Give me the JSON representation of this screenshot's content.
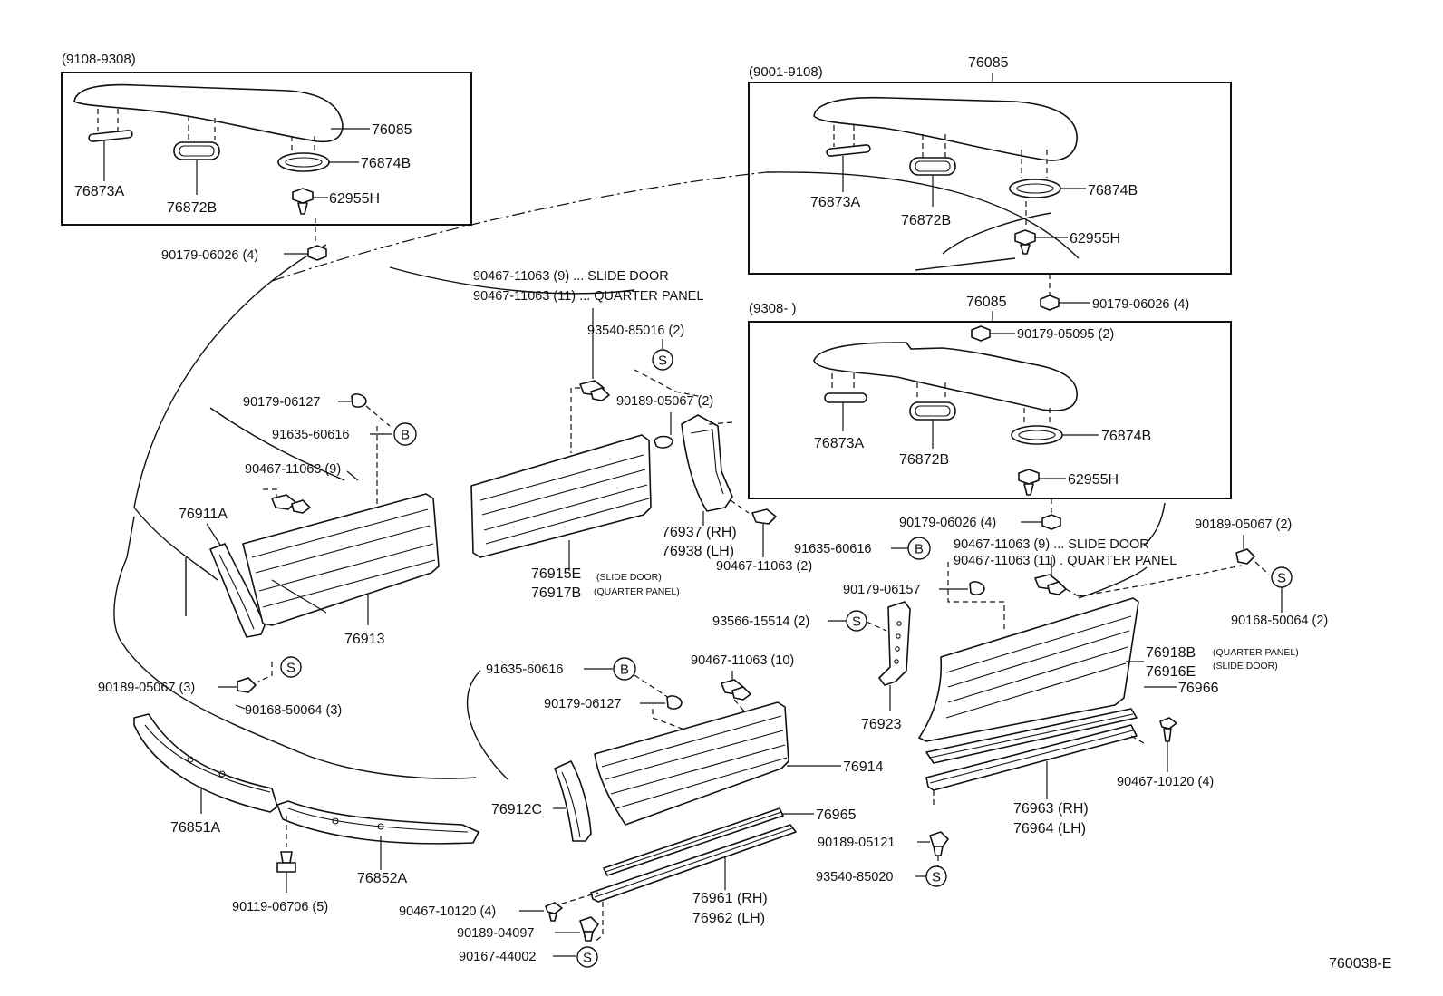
{
  "diagram": {
    "drawing_code": "760038-E",
    "insets": [
      {
        "year_range": "(9108-9308)",
        "parts": [
          "76085",
          "76874B",
          "76873A",
          "76872B",
          "62955H"
        ]
      },
      {
        "year_range": "(9001-9108)",
        "title_part": "76085",
        "parts": [
          "76873A",
          "76874B",
          "76872B",
          "62955H"
        ]
      },
      {
        "year_range": "(9308-      )",
        "title_part": "76085",
        "parts": [
          "90179-05095 (2)",
          "76873A",
          "76874B",
          "76872B",
          "62955H"
        ]
      }
    ],
    "labels": {
      "l_90179_06026_a": "90179-06026 (4)",
      "l_90179_06026_b": "90179-06026 (4)",
      "l_90179_06026_c": "90179-06026 (4)",
      "l_90467_11063_9_sd": "90467-11063 (9)  ... SLIDE DOOR",
      "l_90467_11063_11_qp": "90467-11063 (11) ... QUARTER PANEL",
      "l_93540_85016": "93540-85016 (2)",
      "l_90179_06127_a": "90179-06127",
      "l_91635_60616_a": "91635-60616",
      "l_90467_11063_9": "90467-11063 (9)",
      "l_76911A": "76911A",
      "l_76913": "76913",
      "l_90189_05067_2a": "90189-05067 (2)",
      "l_76937": "76937 (RH)",
      "l_76938": "76938 (LH)",
      "l_90467_11063_2": "90467-11063 (2)",
      "l_76915E": "76915E",
      "l_76915E_note": "(SLIDE DOOR)",
      "l_76917B": "76917B",
      "l_76917B_note": "(QUARTER PANEL)",
      "l_91635_60616_b": "91635-60616",
      "l_90179_06157": "90179-06157",
      "l_93566_15514": "93566-15514 (2)",
      "l_90467_11063_9_sd_b": "90467-11063 (9) ... SLIDE DOOR",
      "l_90467_11063_11_qp_b": "90467-11063 (11) . QUARTER PANEL",
      "l_90189_05067_2b": "90189-05067 (2)",
      "l_90168_50064_2": "90168-50064 (2)",
      "l_76918B": "76918B",
      "l_76918B_note": "(QUARTER PANEL)",
      "l_76916E": "76916E",
      "l_76916E_note": "(SLIDE DOOR)",
      "l_76966": "76966",
      "l_90189_05067_3": "90189-05067 (3)",
      "l_90168_50064_3": "90168-50064 (3)",
      "l_91635_60616_c": "91635-60616",
      "l_90179_06127_b": "90179-06127",
      "l_90467_11063_10": "90467-11063 (10)",
      "l_76923": "76923",
      "l_76914": "76914",
      "l_76912C": "76912C",
      "l_76965": "76965",
      "l_76851A": "76851A",
      "l_76852A": "76852A",
      "l_90119_06706": "90119-06706 (5)",
      "l_76961": "76961 (RH)",
      "l_76962": "76962 (LH)",
      "l_90467_10120_a": "90467-10120 (4)",
      "l_90189_04097": "90189-04097",
      "l_90167_44002": "90167-44002",
      "l_90189_05121": "90189-05121",
      "l_93540_85020": "93540-85020",
      "l_76963": "76963 (RH)",
      "l_76964": "76964 (LH)",
      "l_90467_10120_b": "90467-10120 (4)"
    },
    "symbols": {
      "s": "S",
      "b": "B"
    }
  }
}
